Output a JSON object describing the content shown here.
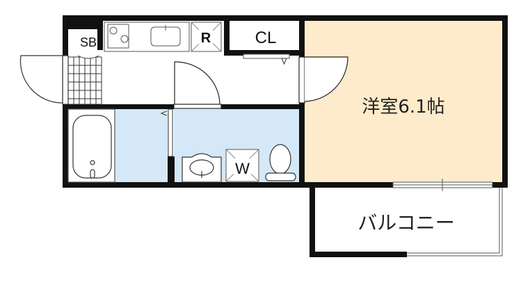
{
  "floorplan": {
    "rooms": {
      "western_room": "洋室6.1帖",
      "balcony": "バルコニー",
      "closet": "CL",
      "shoe_box": "SB",
      "refrigerator": "R",
      "washing_machine": "W"
    },
    "colors": {
      "western_room": "#fdebcb",
      "wet_area": "#d4e8f7",
      "wall": "#111111"
    }
  }
}
